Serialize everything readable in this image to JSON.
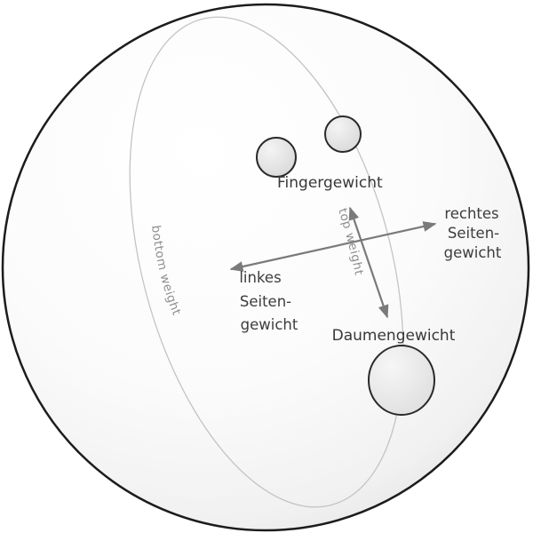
{
  "diagram": {
    "subject": "bowling-ball-weight-zones",
    "labels": {
      "finger_weight": "Fingergewicht",
      "thumb_weight": "Daumengewicht",
      "right_side": [
        "rechtes",
        "Seiten-",
        "gewicht"
      ],
      "left_side": [
        "linkes",
        "Seiten-",
        "gewicht"
      ],
      "top_weight": "top weight",
      "bottom_weight": "bottom weight"
    },
    "colors": {
      "ball_outline": "#1c1c1c",
      "hole_outline": "#2a2a2a",
      "arrow": "#7a7a7a",
      "meridian": "#c4c4c4",
      "label_text": "#383838",
      "axis_text": "#8f8f8f",
      "background": "#ffffff"
    }
  }
}
